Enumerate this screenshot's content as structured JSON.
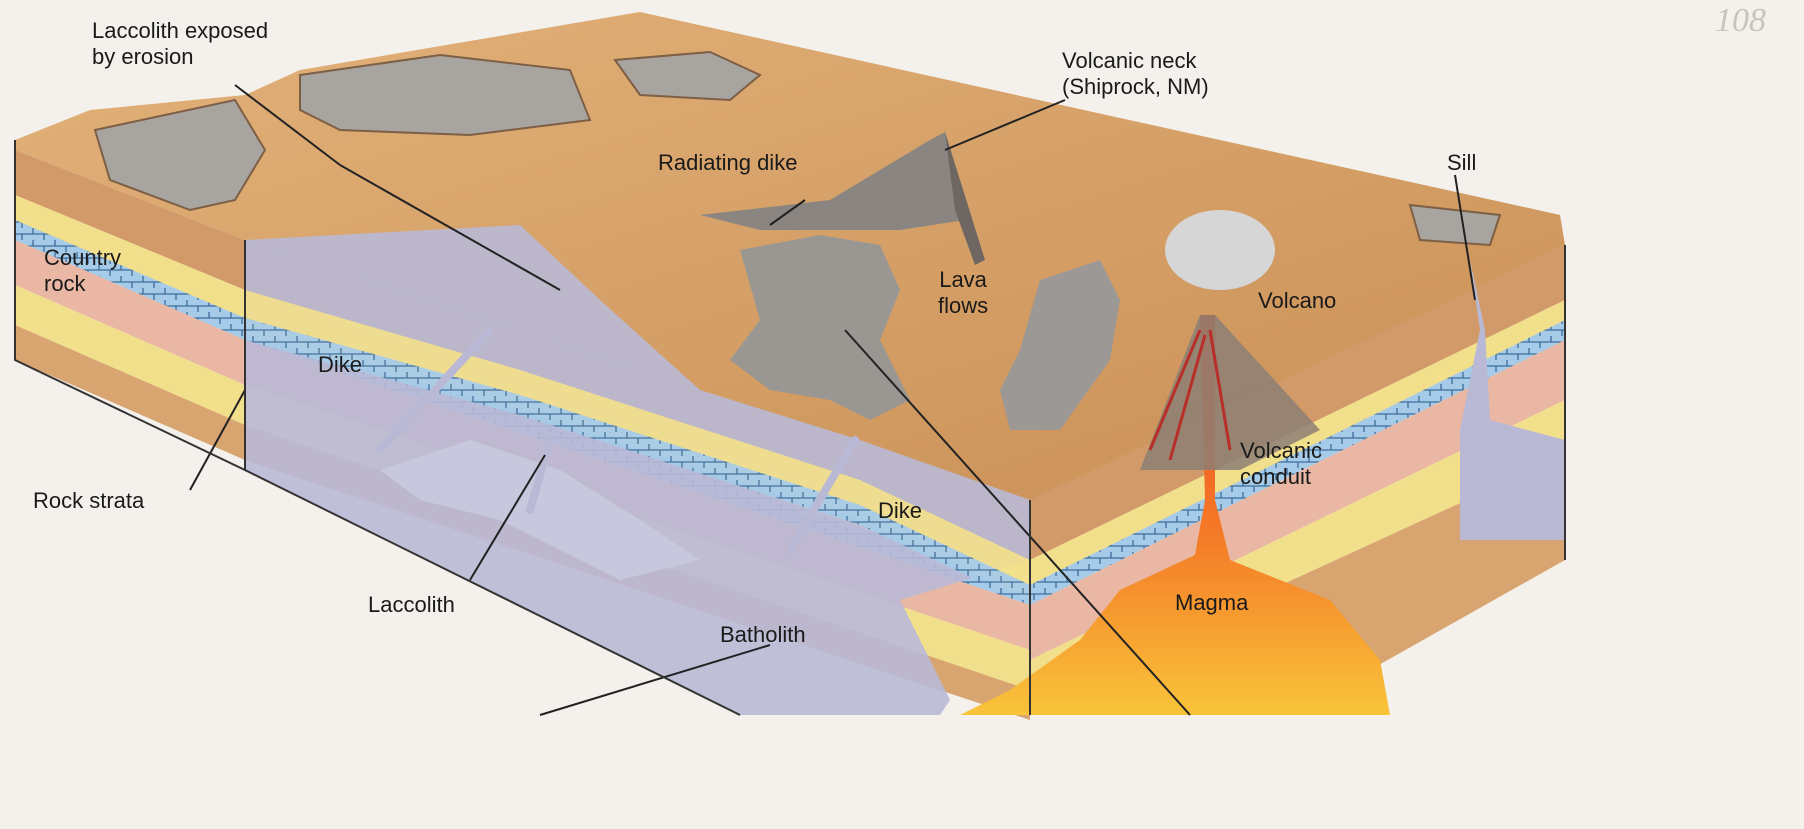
{
  "labels": {
    "laccolith_exposed": "Laccolith exposed\nby erosion",
    "volcanic_neck": "Volcanic  neck\n(Shiprock, NM)",
    "sill": "Sill",
    "radiating_dike": "Radiating dike",
    "country_rock": "Country\nrock",
    "lava_flows": "Lava\nflows",
    "volcano": "Volcano",
    "dike_left": "Dike",
    "rock_strata": "Rock strata",
    "volcanic_conduit": "Volcanic\nconduit",
    "dike_right": "Dike",
    "magma": "Magma",
    "laccolith": "Laccolith",
    "batholith": "Batholith"
  },
  "page_number": "108",
  "colors": {
    "surface": "#d9a66b",
    "surface_dark": "#b57a45",
    "strata_yellow": "#f2df8c",
    "strata_tan": "#d8a571",
    "strata_pink": "#e9b7a4",
    "limestone": "#9fc6e6",
    "intrusion": "#b9b9d6",
    "magma": "#f36a2a",
    "magma_light": "#f7b233",
    "rock_gray": "#a09c98"
  }
}
